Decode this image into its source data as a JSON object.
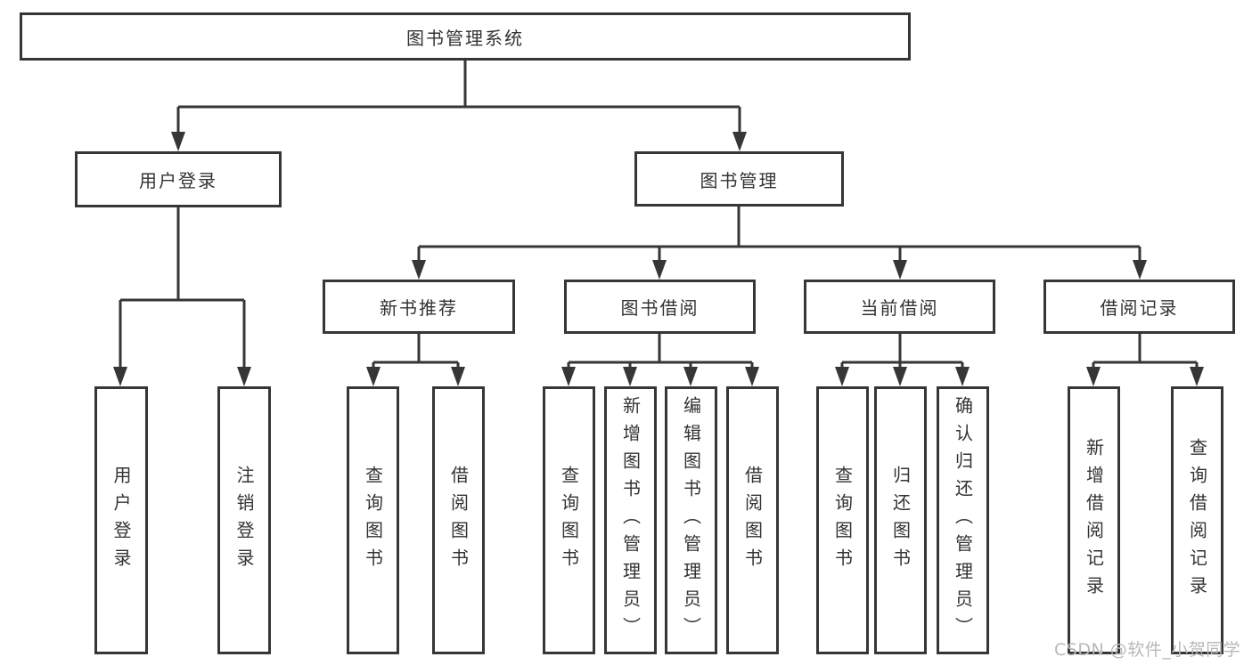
{
  "diagram": {
    "root": {
      "label": "图书管理系统"
    },
    "level2": [
      {
        "label": "用户登录"
      },
      {
        "label": "图书管理"
      }
    ],
    "level3": [
      {
        "label": "新书推荐"
      },
      {
        "label": "图书借阅"
      },
      {
        "label": "当前借阅"
      },
      {
        "label": "借阅记录"
      }
    ],
    "leaves": [
      {
        "group": "用户登录",
        "label": "用户登录"
      },
      {
        "group": "用户登录",
        "label": "注销登录"
      },
      {
        "group": "新书推荐",
        "label": "查询图书"
      },
      {
        "group": "新书推荐",
        "label": "借阅图书"
      },
      {
        "group": "图书借阅",
        "label": "查询图书"
      },
      {
        "group": "图书借阅",
        "label": "新增图书（管理员）"
      },
      {
        "group": "图书借阅",
        "label": "编辑图书（管理员）"
      },
      {
        "group": "图书借阅",
        "label": "借阅图书"
      },
      {
        "group": "当前借阅",
        "label": "查询图书"
      },
      {
        "group": "当前借阅",
        "label": "归还图书"
      },
      {
        "group": "当前借阅",
        "label": "确认归还（管理员）"
      },
      {
        "group": "借阅记录",
        "label": "新增借阅记录"
      },
      {
        "group": "借阅记录",
        "label": "查询借阅记录"
      }
    ]
  },
  "watermark": "CSDN @软件_小贺同学",
  "colors": {
    "line": "#363636",
    "box_border": "#363636",
    "text": "#333333",
    "watermark": "#b8b8b8",
    "background": "#ffffff"
  }
}
